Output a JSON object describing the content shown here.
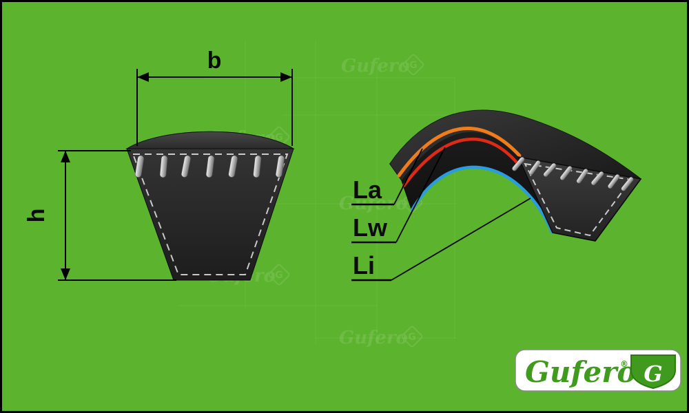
{
  "page": {
    "background_color": "#5cb32e",
    "border_color": "#000000"
  },
  "cross_section_view": {
    "width_dim_label": "b",
    "height_dim_label": "h"
  },
  "perspective_view": {
    "outer_length_label": "La",
    "pitch_length_label": "Lw",
    "inner_length_label": "Li"
  },
  "colors": {
    "background": "#5cb32e",
    "belt_dark": "#242424",
    "outer_line": "#f07d1a",
    "pitch_line": "#dd2b16",
    "inner_line": "#2a9de0",
    "cord_metal": "#c6c6c6",
    "dash_outline": "#dcdcdc",
    "dimension_ink": "#000000",
    "logo_green": "#3f9a1e"
  },
  "logo": {
    "brand": "Gufero",
    "registered_mark": "®",
    "monogram": "G"
  },
  "watermark": {
    "brand": "Gufero",
    "monogram": "G"
  }
}
